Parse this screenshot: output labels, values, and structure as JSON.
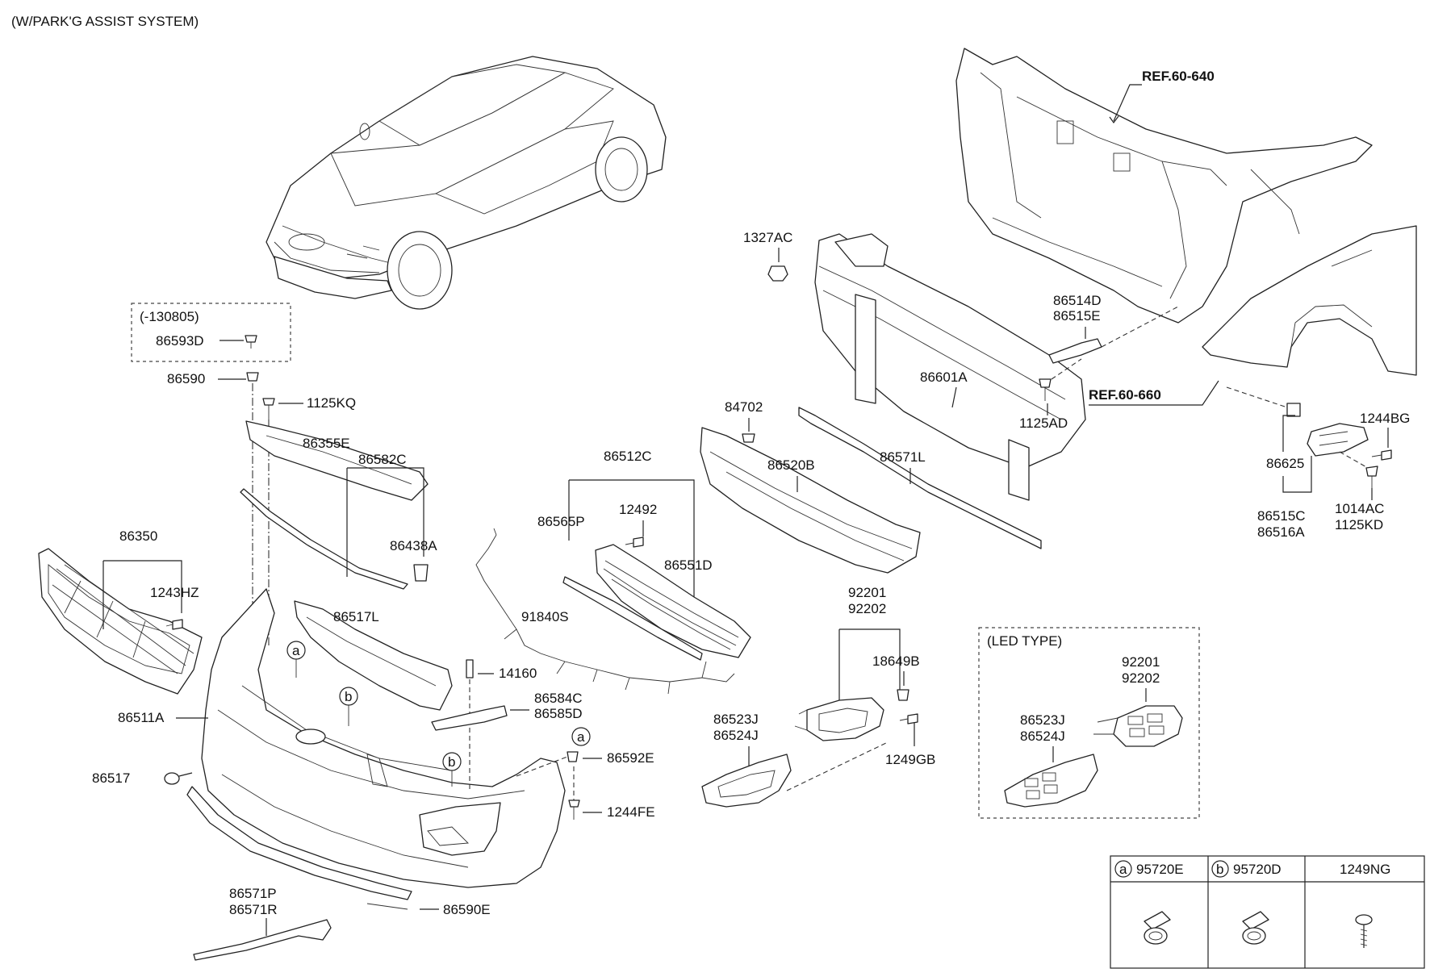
{
  "title": "(W/PARK'G ASSIST SYSTEM)",
  "references": [
    "REF.60-640",
    "REF.60-660"
  ],
  "group_labels": {
    "date_note": "(-130805)",
    "led_type": "(LED TYPE)"
  },
  "callouts": {
    "a": "a",
    "b": "b"
  },
  "part_labels": {
    "p86593D": "86593D",
    "p86590": "86590",
    "p1125KQ": "1125KQ",
    "p86355E": "86355E",
    "p86582C": "86582C",
    "p86438A": "86438A",
    "p86350": "86350",
    "p1243HZ": "1243HZ",
    "p86517L": "86517L",
    "p86511A": "86511A",
    "p86517": "86517",
    "p14160": "14160",
    "p86584C": "86584C",
    "p86585D": "86585D",
    "p86592E": "86592E",
    "p1244FE": "1244FE",
    "p86571P": "86571P",
    "p86571R": "86571R",
    "p86590E": "86590E",
    "p86512C": "86512C",
    "p86565P": "86565P",
    "p12492": "12492",
    "p86551D": "86551D",
    "p91840S": "91840S",
    "p1327AC": "1327AC",
    "p84702": "84702",
    "p86520B": "86520B",
    "p86601A": "86601A",
    "p86571L": "86571L",
    "p86514D": "86514D",
    "p86515E": "86515E",
    "p1125AD": "1125AD",
    "p92201a": "92201",
    "p92202a": "92202",
    "p18649B": "18649B",
    "p86523Ja": "86523J",
    "p86524Ja": "86524J",
    "p1249GB": "1249GB",
    "p92201b": "92201",
    "p92202b": "92202",
    "p86523Jb": "86523J",
    "p86524Jb": "86524J",
    "p86625": "86625",
    "p1244BG": "1244BG",
    "p86515C": "86515C",
    "p86516A": "86516A",
    "p1014AC": "1014AC",
    "p1125KD": "1125KD"
  },
  "legend_table": {
    "columns": [
      {
        "marker": "a",
        "part": "95720E"
      },
      {
        "marker": "b",
        "part": "95720D"
      },
      {
        "marker": "",
        "part": "1249NG"
      }
    ]
  }
}
